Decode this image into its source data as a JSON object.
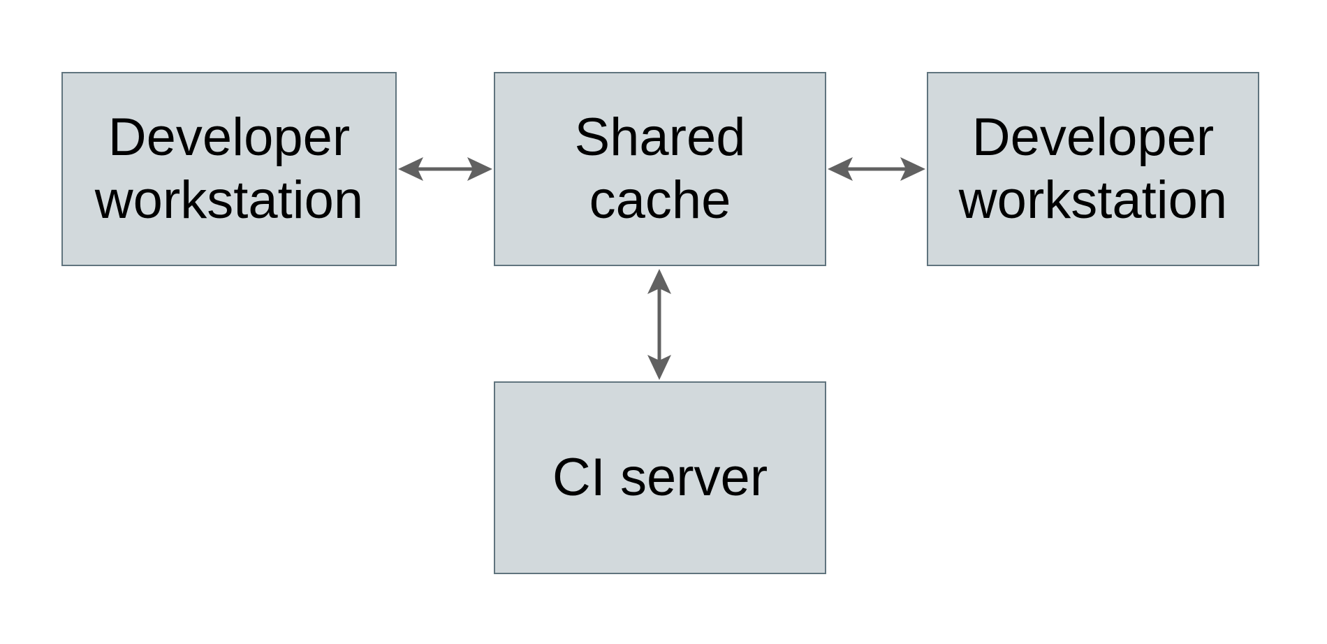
{
  "diagram": {
    "type": "block-diagram",
    "colors": {
      "background": "#ffffff",
      "node_fill": "#d2d9dc",
      "node_border": "#60747e",
      "arrow": "#616161",
      "text": "#000000"
    },
    "nodes": {
      "workstation_left": {
        "label": "Developer\nworkstation"
      },
      "shared_cache": {
        "label": "Shared\ncache"
      },
      "workstation_right": {
        "label": "Developer\nworkstation"
      },
      "ci_server": {
        "label": "CI server"
      }
    },
    "edges": [
      {
        "from": "workstation_left",
        "to": "shared_cache",
        "direction": "bidirectional"
      },
      {
        "from": "shared_cache",
        "to": "workstation_right",
        "direction": "bidirectional"
      },
      {
        "from": "shared_cache",
        "to": "ci_server",
        "direction": "bidirectional"
      }
    ]
  }
}
